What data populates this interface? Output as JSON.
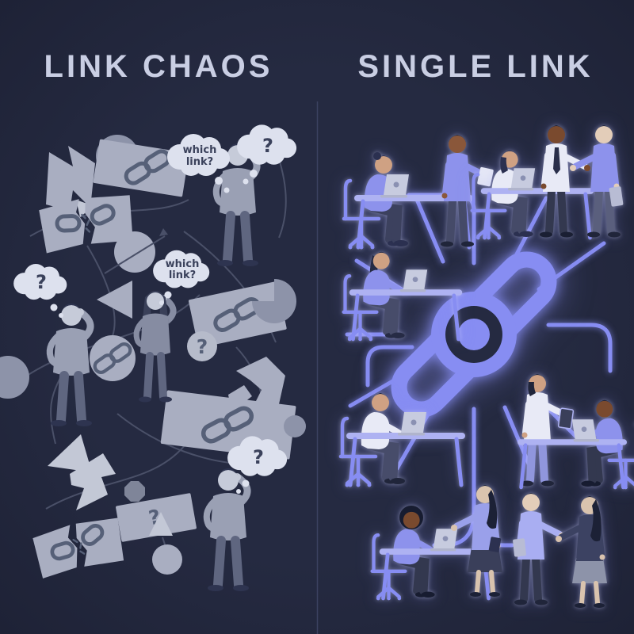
{
  "image_type": "comparison-illustration",
  "panels": {
    "left": {
      "title": "LINK CHAOS",
      "bubbles": {
        "which_line1": "which",
        "which_line2": "link?"
      },
      "question_mark": "?"
    },
    "right": {
      "title": "SINGLE LINK"
    }
  },
  "colors": {
    "background": "#252a41",
    "background_edge": "#1e2236",
    "divider": "#3b4160",
    "title_text": "#c9cee3",
    "chaos": "#a9aec1",
    "chaos_dk": "#8d93a9",
    "chaos_line": "#4a5068",
    "icon_slate": "#566078",
    "bubble": "#dde1ee",
    "bubble_text": "#3a415b",
    "pw": "#878df2",
    "pw_light": "#aeb2f2",
    "laptop": "#c7cbdf",
    "ink": "#20253a"
  }
}
